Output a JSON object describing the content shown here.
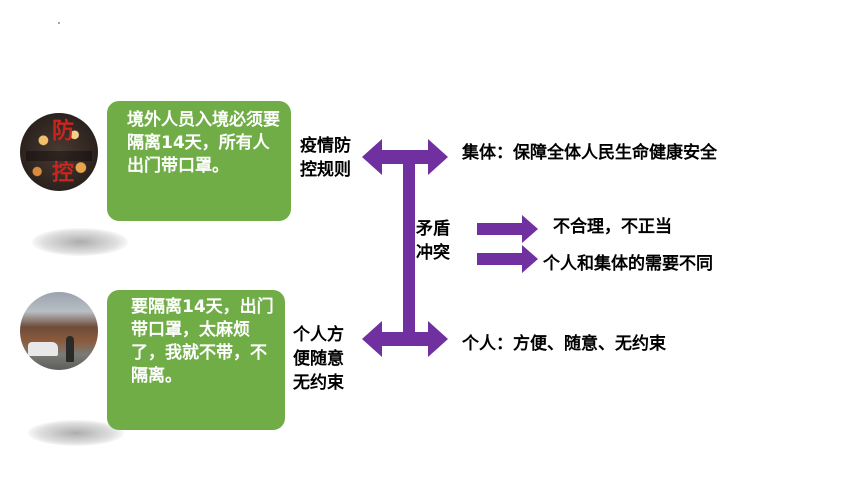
{
  "colors": {
    "green_box": "#70ad47",
    "arrow_purple": "#7030a0",
    "text": "#000000",
    "box_text": "#ffffff"
  },
  "cards": [
    {
      "photo_icon": "epidemic-prevention-photo",
      "photo_glyphs": [
        "防",
        "控"
      ],
      "text": "境外人员入境必须要隔离14天，所有人出门带口罩。"
    },
    {
      "photo_icon": "street-person-photo",
      "text": "要隔离14天，出门带口罩，太麻烦了，我就不带，不隔离。"
    }
  ],
  "labels": {
    "epidemic_rules": "疫情防控规则",
    "individual": "个人方便随意无约束",
    "conflict": "矛盾冲突"
  },
  "outcomes": {
    "collective": "集体：保障全体人民生命健康安全",
    "unreasonable": "不合理，不正当",
    "needs_differ": "个人和集体的需要不同",
    "personal": "个人：方便、随意、无约束"
  }
}
